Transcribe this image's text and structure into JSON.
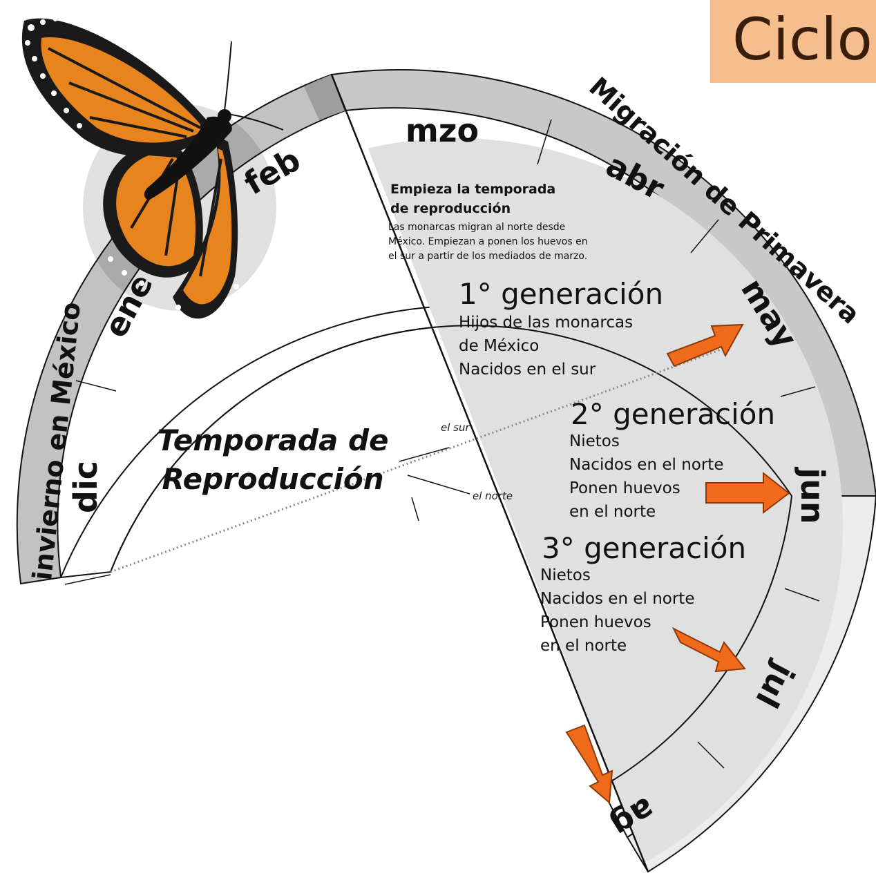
{
  "title": "Ciclo",
  "bands": {
    "winter": "invierno en México",
    "spring": "Migración de Primavera"
  },
  "months": [
    "dic",
    "ene",
    "feb",
    "mzo",
    "abr",
    "may",
    "jun",
    "jul",
    "ag"
  ],
  "center_label": {
    "line1": "Temporada de",
    "line2": "Reproducción"
  },
  "pointer_labels": {
    "south": "el sur",
    "north": "el norte"
  },
  "intro": {
    "title_line1": "Empieza la temporada",
    "title_line2": "de reproducción",
    "body_line1": "Las monarcas migran al norte desde",
    "body_line2": "México. Empiezan a ponen los huevos en",
    "body_line3": "el sur a partir de los mediados de marzo."
  },
  "generations": [
    {
      "title": "1° generación",
      "lines": [
        "Hijos de las monarcas",
        "de México",
        "Nacidos en el sur"
      ]
    },
    {
      "title": "2° generación",
      "lines": [
        "Nietos",
        "Nacidos en el norte",
        "Ponen huevos",
        "en el norte"
      ]
    },
    {
      "title": "3° generación",
      "lines": [
        "Nietos",
        "Nacidos en el norte",
        "Ponen huevos",
        "en el norte"
      ]
    }
  ],
  "colors": {
    "ring_gray": "#c2c2c2",
    "wedge_fill": "#e0e0e0",
    "arrow_orange": "#ef6a1a",
    "title_bg": "#f6be8e",
    "butterfly_orange": "#e8841e"
  }
}
